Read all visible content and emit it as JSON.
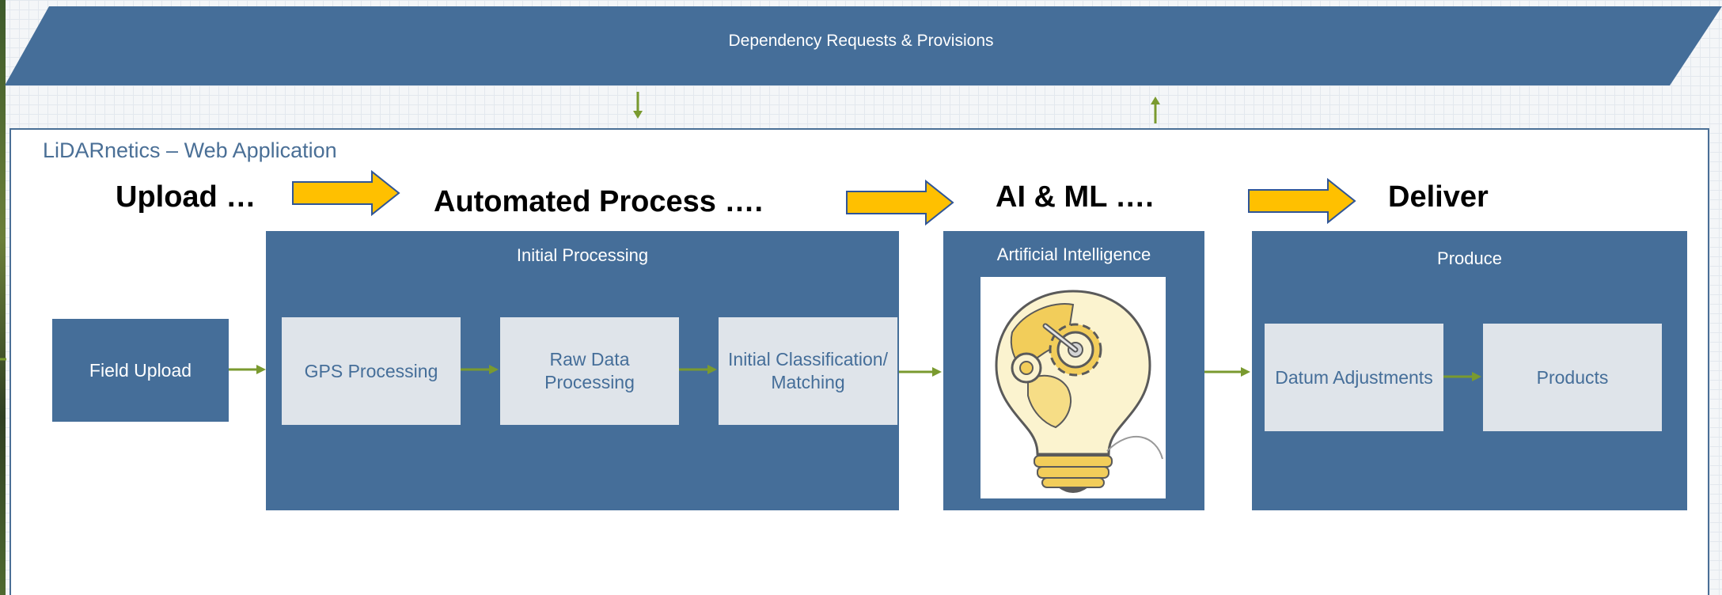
{
  "banner": {
    "title": "Dependency Requests & Provisions"
  },
  "app": {
    "title": "LiDARnetics – Web Application"
  },
  "stages": {
    "upload": "Upload …",
    "automated": "Automated Process ….",
    "ai": "AI & ML ….",
    "deliver": "Deliver"
  },
  "panels": {
    "initial_processing": "Initial Processing",
    "ai": "Artificial Intelligence",
    "produce": "Produce"
  },
  "boxes": {
    "field_upload": "Field Upload",
    "gps": "GPS Processing",
    "raw": "Raw Data\nProcessing",
    "classification": "Initial Classification/\nMatching",
    "datum": "Datum Adjustments",
    "products": "Products"
  },
  "icons": [
    "lightbulb-gears-icon",
    "arrow-right-icon",
    "arrow-down-icon",
    "arrow-up-icon"
  ],
  "colors": {
    "panel": "#456e99",
    "box": "#dfe4ea",
    "connector": "#7a9a2f",
    "stage_arrow_fill": "#ffc000",
    "stage_arrow_stroke": "#2f5597"
  }
}
